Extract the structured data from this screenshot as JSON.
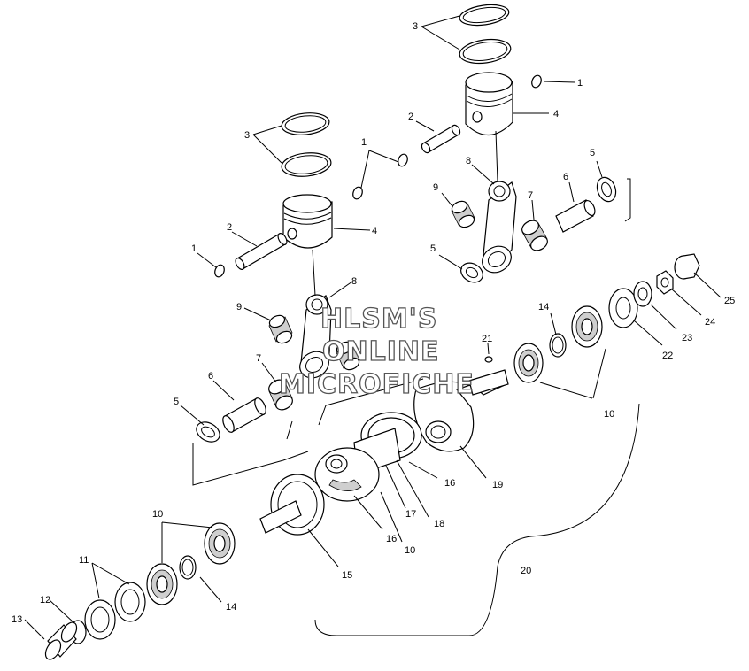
{
  "watermark": {
    "line1": "HLSM'S",
    "line2": "ONLINE",
    "line3": "MICROFICHE"
  },
  "callouts": {
    "c1_a": "1",
    "c1_b": "1",
    "c1_c": "1",
    "c2_a": "2",
    "c2_b": "2",
    "c3_a": "3",
    "c3_b": "3",
    "c4_a": "4",
    "c4_b": "4",
    "c5_a": "5",
    "c5_b": "5",
    "c5_c": "5",
    "c6_a": "6",
    "c6_b": "6",
    "c7_a": "7",
    "c7_b": "7",
    "c8_a": "8",
    "c8_b": "8",
    "c9_a": "9",
    "c9_b": "9",
    "c10_a": "10",
    "c10_b": "10",
    "c10_c": "10",
    "c11": "11",
    "c12": "12",
    "c13": "13",
    "c14_a": "14",
    "c14_b": "14",
    "c15": "15",
    "c16_a": "16",
    "c16_b": "16",
    "c17": "17",
    "c18": "18",
    "c19": "19",
    "c20": "20",
    "c21": "21",
    "c22": "22",
    "c23": "23",
    "c24": "24",
    "c25": "25"
  }
}
